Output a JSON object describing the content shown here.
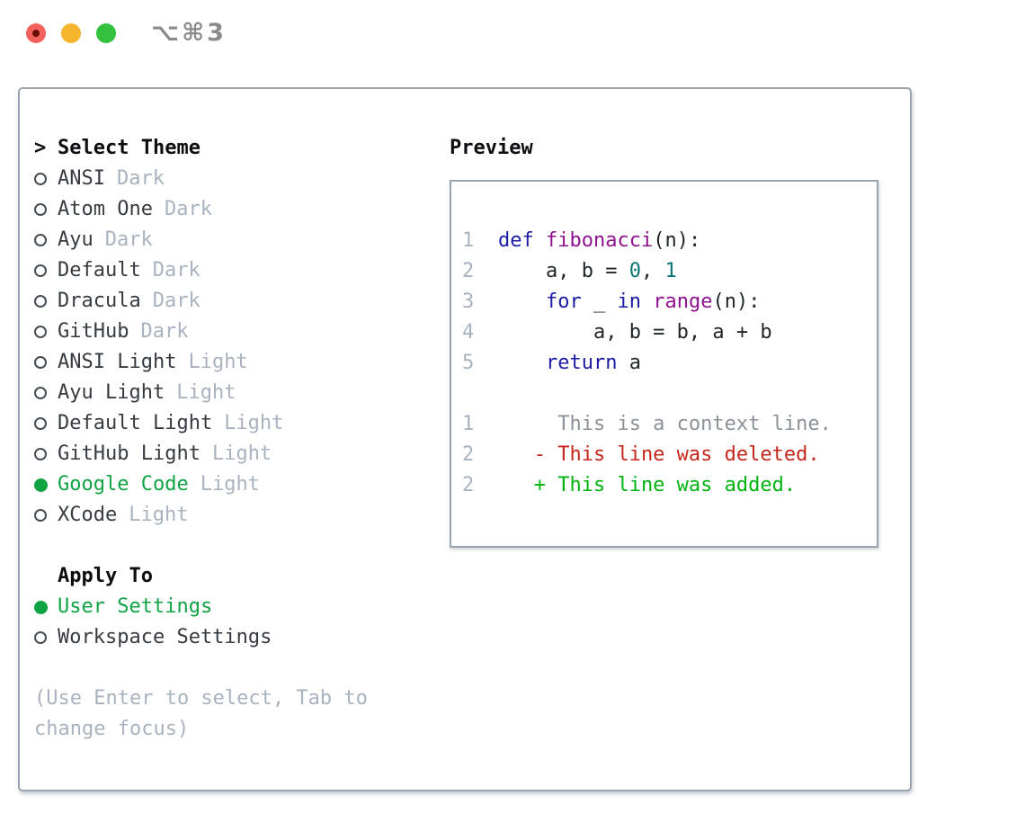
{
  "window": {
    "title": "⌥⌘3",
    "traffic_lights": {
      "close": "close-button",
      "minimize": "minimize-button",
      "zoom": "zoom-button"
    }
  },
  "theme_picker": {
    "prompt": ">",
    "header": "Select Theme",
    "themes": [
      {
        "name": "ANSI",
        "variant": "Dark",
        "selected": false
      },
      {
        "name": "Atom One",
        "variant": "Dark",
        "selected": false
      },
      {
        "name": "Ayu",
        "variant": "Dark",
        "selected": false
      },
      {
        "name": "Default",
        "variant": "Dark",
        "selected": false
      },
      {
        "name": "Dracula",
        "variant": "Dark",
        "selected": false
      },
      {
        "name": "GitHub",
        "variant": "Dark",
        "selected": false
      },
      {
        "name": "ANSI Light",
        "variant": "Light",
        "selected": false
      },
      {
        "name": "Ayu Light",
        "variant": "Light",
        "selected": false
      },
      {
        "name": "Default Light",
        "variant": "Light",
        "selected": false
      },
      {
        "name": "GitHub Light",
        "variant": "Light",
        "selected": false
      },
      {
        "name": "Google Code",
        "variant": "Light",
        "selected": true
      },
      {
        "name": "XCode",
        "variant": "Light",
        "selected": false
      }
    ],
    "apply_to": {
      "header": "Apply To",
      "options": [
        {
          "label": "User Settings",
          "selected": true
        },
        {
          "label": "Workspace Settings",
          "selected": false
        }
      ]
    },
    "help_lines": [
      "(Use Enter to select, Tab to",
      "change focus)"
    ]
  },
  "preview": {
    "header": "Preview",
    "lines": [
      {
        "ln": "1",
        "segments": [
          {
            "t": "def",
            "c": "kw"
          },
          {
            "t": " ",
            "c": "pl"
          },
          {
            "t": "fibonacci",
            "c": "fn"
          },
          {
            "t": "(n):",
            "c": "pl"
          }
        ]
      },
      {
        "ln": "2",
        "segments": [
          {
            "t": "    a, b = ",
            "c": "pl"
          },
          {
            "t": "0",
            "c": "lit"
          },
          {
            "t": ", ",
            "c": "pl"
          },
          {
            "t": "1",
            "c": "lit"
          }
        ]
      },
      {
        "ln": "3",
        "segments": [
          {
            "t": "    ",
            "c": "pl"
          },
          {
            "t": "for",
            "c": "kw"
          },
          {
            "t": " _ ",
            "c": "pl"
          },
          {
            "t": "in",
            "c": "kw"
          },
          {
            "t": " ",
            "c": "pl"
          },
          {
            "t": "range",
            "c": "fn"
          },
          {
            "t": "(n):",
            "c": "pl"
          }
        ]
      },
      {
        "ln": "4",
        "segments": [
          {
            "t": "        a, b = b, a + b",
            "c": "pl"
          }
        ]
      },
      {
        "ln": "5",
        "segments": [
          {
            "t": "    ",
            "c": "pl"
          },
          {
            "t": "return",
            "c": "kw"
          },
          {
            "t": " a",
            "c": "pl"
          }
        ]
      },
      {
        "ln": "",
        "segments": []
      },
      {
        "ln": "1",
        "segments": [
          {
            "t": "     This is a context line.",
            "c": "ctx"
          }
        ]
      },
      {
        "ln": "2",
        "segments": [
          {
            "t": "   - This line was deleted.",
            "c": "del"
          }
        ]
      },
      {
        "ln": "2",
        "segments": [
          {
            "t": "   + This line was added.",
            "c": "add"
          }
        ]
      }
    ]
  },
  "colors": {
    "keyword": "#1b1ba3",
    "function": "#8e128e",
    "literal": "#0c7474",
    "code": "#1f2429",
    "context": "#8b9199",
    "deleted": "#c5271b",
    "added": "#00b30f",
    "selected": "#10a344",
    "muted": "#a9b3bf",
    "gutter": "#a9b3bf",
    "border": "#9aa4ae",
    "text": "#363b42",
    "heading": "#0c0e11"
  }
}
